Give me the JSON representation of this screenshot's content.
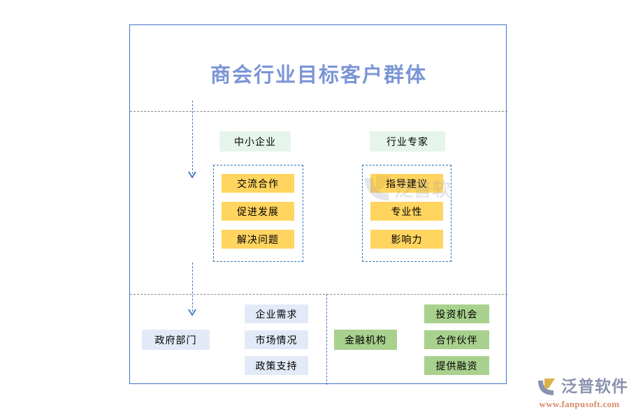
{
  "title": "商会行业目标客户群体",
  "colors": {
    "frame_border": "#4472C4",
    "title_text": "#7B95D6",
    "divider_gray": "#8A8A8A",
    "flow_blue": "#4472C4",
    "group_dash": "#2E75B6",
    "mint": "#E6F5EC",
    "amber": "#FFD45F",
    "light_blue": "#E3EAF7",
    "green": "#A9D18E",
    "brand_gray": "#8A93AD",
    "brand_orange": "#D98A6A"
  },
  "middle_section": {
    "groups": [
      {
        "header": "中小企业",
        "items": [
          "交流合作",
          "促进发展",
          "解决问题"
        ]
      },
      {
        "header": "行业专家",
        "items": [
          "指导建议",
          "专业性",
          "影响力"
        ]
      }
    ]
  },
  "bottom_section": {
    "groups": [
      {
        "header": "政府部门",
        "items": [
          "企业需求",
          "市场情况",
          "政策支持"
        ]
      },
      {
        "header": "金融机构",
        "items": [
          "投资机会",
          "合作伙伴",
          "提供融资"
        ]
      }
    ]
  },
  "brand": {
    "name": "泛普软件",
    "url": "www.fanpusoft.com"
  }
}
